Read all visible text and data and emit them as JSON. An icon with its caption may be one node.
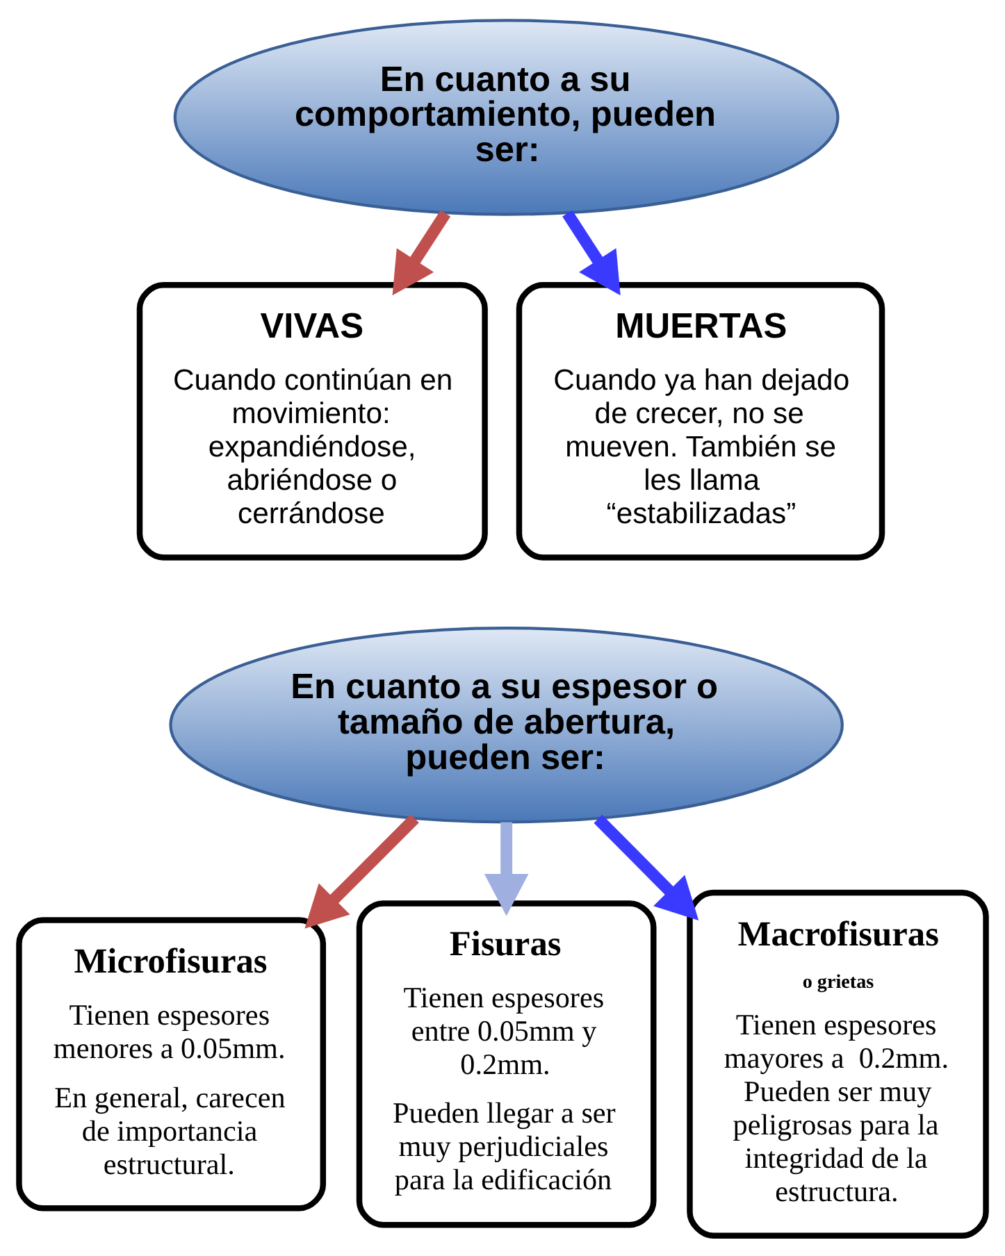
{
  "diagram": {
    "nodes": [
      {
        "text": [
          "En cuanto a su comportamiento, pueden ser:"
        ]
      },
      {
        "text": [
          "VIVAS",
          "Cuando continúan en movimiento: expandiéndose, abriéndose o cerrándose"
        ]
      },
      {
        "text": [
          "MUERTAS",
          "Cuando ya han dejado de crecer, no se mueven. También se les llama “estabilizadas”"
        ]
      },
      {
        "text": [
          "En cuanto a su espesor o tamaño de abertura, pueden ser:"
        ]
      },
      {
        "text": [
          "Microfisuras",
          "Tienen espesores menores a 0.05mm.",
          "En general, carecen de importancia estructural."
        ]
      },
      {
        "text": [
          "Fisuras",
          "Tienen espesores entre 0.05mm y 0.2mm.",
          "Pueden llegar a ser muy perjudiciales para la edificación"
        ]
      },
      {
        "text": [
          "Macrofisuras",
          "o grietas",
          "Tienen espesores mayores a  0.2mm. Pueden ser muy peligrosas para la integridad de la estructura."
        ]
      }
    ],
    "edges": [
      {
        "from": 0,
        "to": 1,
        "arrow": "to",
        "color": "#c0504d"
      },
      {
        "from": 0,
        "to": 2,
        "arrow": "to",
        "color": "#3a3aff"
      },
      {
        "from": 3,
        "to": 4,
        "arrow": "to",
        "color": "#c0504d"
      },
      {
        "from": 3,
        "to": 5,
        "arrow": "to",
        "color": "#9fb0e0"
      },
      {
        "from": 3,
        "to": 6,
        "arrow": "to",
        "color": "#3a3aff"
      }
    ]
  }
}
